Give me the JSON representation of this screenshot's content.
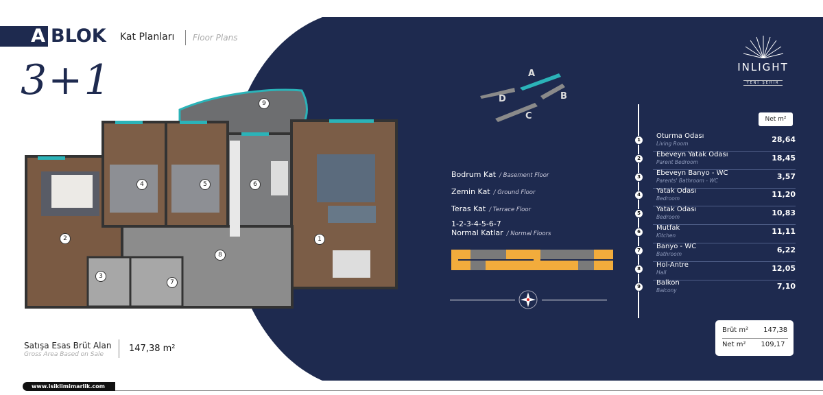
{
  "header": {
    "block_letter": "A",
    "block_word": "BLOK",
    "title_tr": "Kat Planları",
    "title_en": "Floor Plans",
    "unit_type": "3+1"
  },
  "logo": {
    "name": "INLIGHT",
    "tagline": "YENİ ŞEHİR"
  },
  "site_plan": {
    "blocks": [
      "A",
      "B",
      "C",
      "D"
    ],
    "selected": "A"
  },
  "floors": [
    {
      "tr": "Bodrum Kat",
      "en": "/ Basement Floor"
    },
    {
      "tr": "Zemin Kat",
      "en": "/ Ground Floor"
    },
    {
      "tr": "Teras Kat",
      "en": "/ Terrace Floor"
    },
    {
      "tr": "1-2-3-4-5-6-7",
      "tr2": "Normal Katlar",
      "en": "/ Normal Floors"
    }
  ],
  "table": {
    "header": "Net m²",
    "rooms": [
      {
        "n": "1",
        "tr": "Oturma Odası",
        "en": "Living Room",
        "v": "28,64"
      },
      {
        "n": "2",
        "tr": "Ebeveyn Yatak Odası",
        "en": "Parent Bedroom",
        "v": "18,45"
      },
      {
        "n": "3",
        "tr": "Ebeveyn Banyo - WC",
        "en": "Parents' Bathroom - WC",
        "v": "3,57"
      },
      {
        "n": "4",
        "tr": "Yatak Odası",
        "en": "Bedroom",
        "v": "11,20"
      },
      {
        "n": "5",
        "tr": "Yatak Odası",
        "en": "Bedroom",
        "v": "10,83"
      },
      {
        "n": "6",
        "tr": "Mutfak",
        "en": "Kitchen",
        "v": "11,11"
      },
      {
        "n": "7",
        "tr": "Banyo - WC",
        "en": "Bathroom",
        "v": "6,22"
      },
      {
        "n": "8",
        "tr": "Hol-Antre",
        "en": "Hall",
        "v": "12,05"
      },
      {
        "n": "9",
        "tr": "Balkon",
        "en": "Balcony",
        "v": "7,10"
      }
    ]
  },
  "totals": {
    "gross_label": "Brüt m²",
    "gross": "147,38",
    "net_label": "Net m²",
    "net": "109,17"
  },
  "sale_area": {
    "tr": "Satışa Esas Brüt Alan",
    "en": "Gross Area Based on Sale",
    "value": "147,38 m²"
  },
  "website": "www.isiklimimarlik.com",
  "colors": {
    "navy": "#1e2a4f",
    "teal": "#2bb3b8",
    "floor_highlight": "#f2ac3c"
  }
}
